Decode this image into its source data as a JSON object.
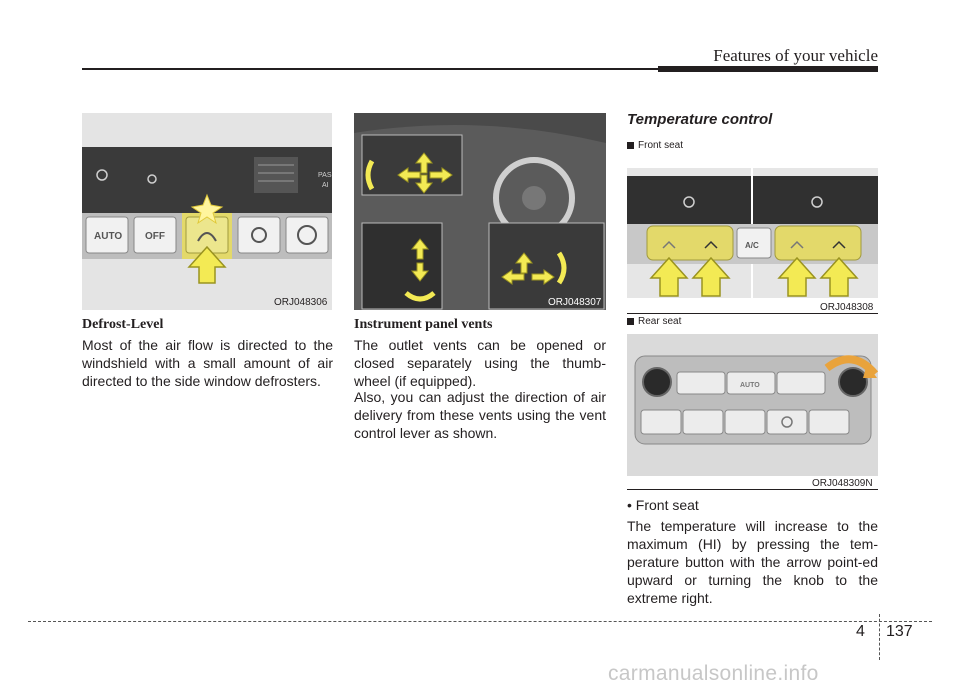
{
  "header": {
    "title": "Features of your vehicle"
  },
  "figures": {
    "defrost": {
      "code": "ORJ048306",
      "buttons": [
        "AUTO",
        "OFF"
      ],
      "panel_text": [
        "PAS",
        "AI"
      ]
    },
    "vents": {
      "code": "ORJ048307"
    },
    "front_seat": {
      "label": "Front seat",
      "code": "ORJ048308",
      "button_text": "A/C"
    },
    "rear_seat": {
      "label": "Rear seat",
      "code": "ORJ048309N",
      "button_text": "AUTO"
    }
  },
  "col1": {
    "heading": "Defrost-Level",
    "body": "Most of the air flow is directed to the windshield with a small amount of air directed to the side window defrosters."
  },
  "col2": {
    "heading": "Instrument panel vents",
    "body1": "The outlet vents can be opened or closed separately using the thumb-wheel (if equipped).",
    "body2": "Also, you can adjust the direction of air delivery from these vents using the vent control lever as shown."
  },
  "col3": {
    "heading": "Temperature control",
    "bullet": "• Front seat",
    "body": "The temperature will increase to the maximum (HI) by pressing the tem-perature button with the arrow point-ed upward or turning the knob to the extreme right."
  },
  "footer": {
    "chapter": "4",
    "page": "137",
    "watermark": "carmanualsonline.info"
  },
  "colors": {
    "highlight": "#e3d96a",
    "arrow_yellow": "#f3ea54",
    "panel_dark": "#2b2b2b"
  }
}
